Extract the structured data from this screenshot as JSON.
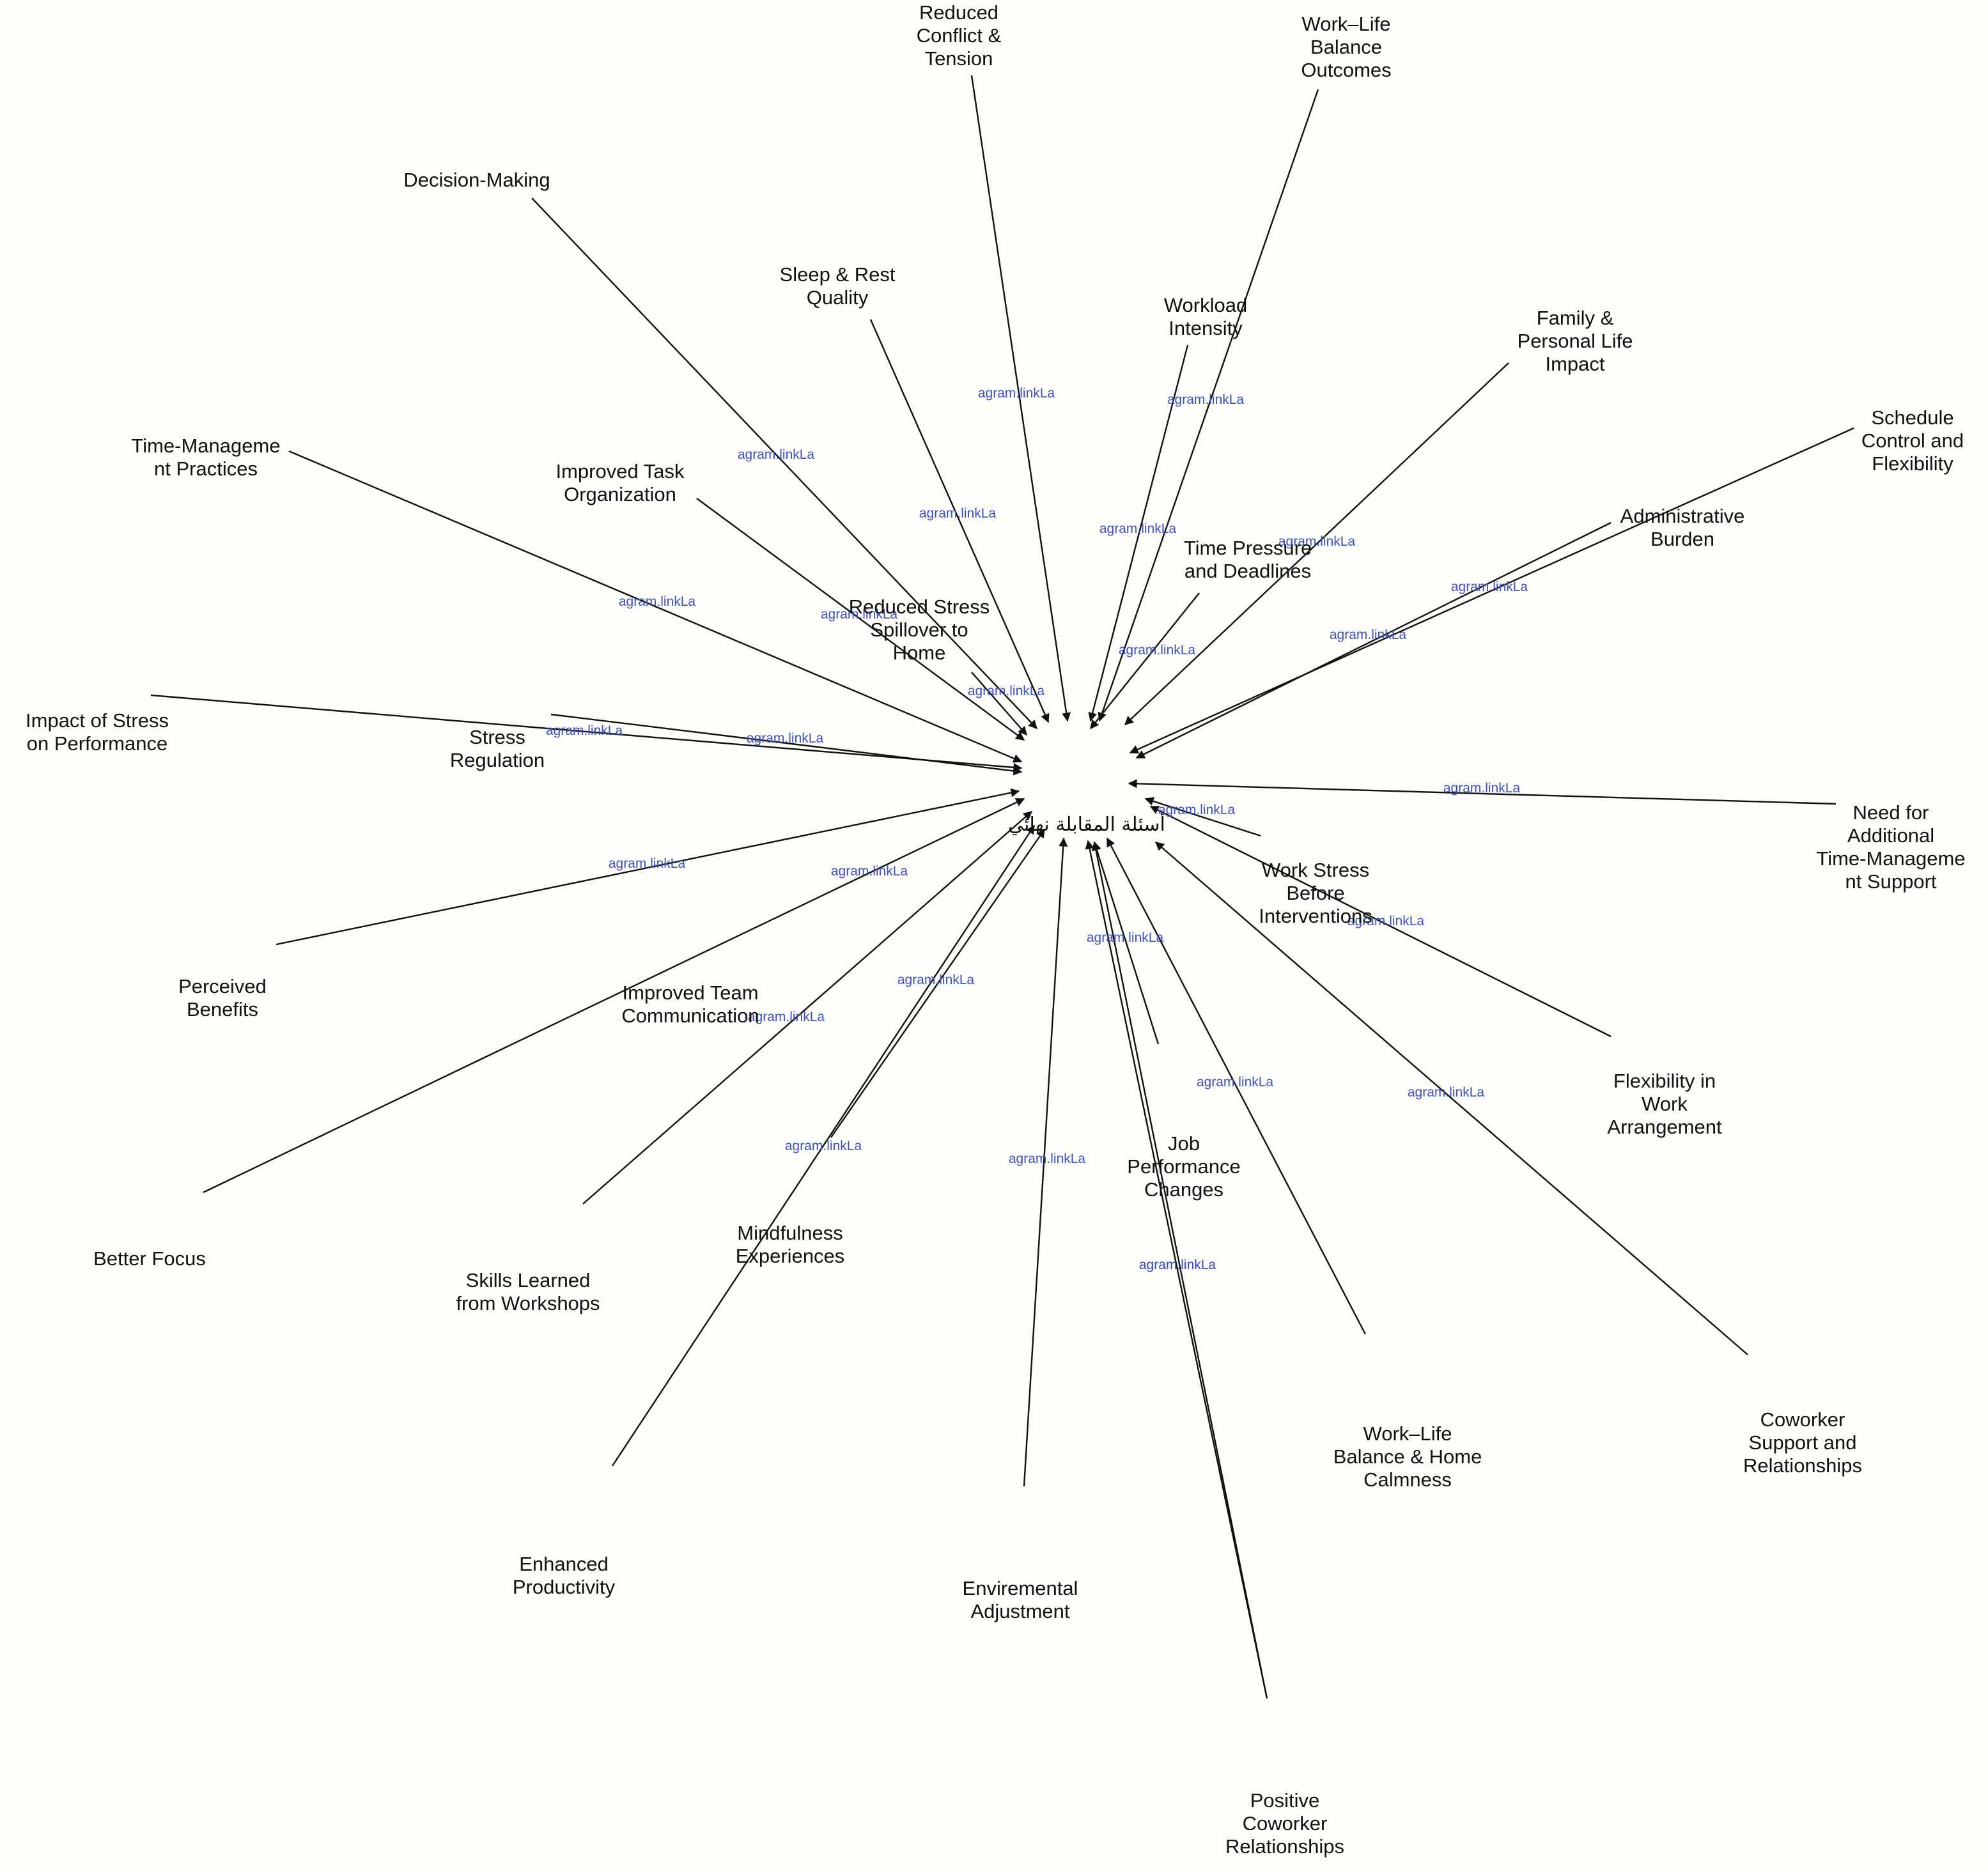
{
  "diagram": {
    "center": {
      "label": "أسئلة المقابلة نهائي"
    },
    "edge_label": "agram.linkLa",
    "line_color": "#111111",
    "edge_label_color": "#3d4fc4",
    "background": "#fdfdfa",
    "nodes": [
      {
        "id": "reduced-conflict",
        "lines": [
          "Reduced",
          "Conflict &",
          "Tension"
        ]
      },
      {
        "id": "work-life-balance-outcomes",
        "lines": [
          "Work–Life",
          "Balance",
          "Outcomes"
        ]
      },
      {
        "id": "decision-making",
        "lines": [
          "Decision-Making"
        ]
      },
      {
        "id": "sleep-rest",
        "lines": [
          "Sleep & Rest",
          "Quality"
        ]
      },
      {
        "id": "workload-intensity",
        "lines": [
          "Workload",
          "Intensity"
        ]
      },
      {
        "id": "family-personal-life",
        "lines": [
          "Family &",
          "Personal Life",
          "Impact"
        ]
      },
      {
        "id": "schedule-control",
        "lines": [
          "Schedule",
          "Control and",
          "Flexibility"
        ]
      },
      {
        "id": "time-management-practices",
        "lines": [
          "Time-Manageme",
          "nt Practices"
        ]
      },
      {
        "id": "improved-task-organization",
        "lines": [
          "Improved Task",
          "Organization"
        ]
      },
      {
        "id": "administrative-burden",
        "lines": [
          "Administrative",
          "Burden"
        ]
      },
      {
        "id": "time-pressure",
        "lines": [
          "Time Pressure",
          "and Deadlines"
        ]
      },
      {
        "id": "reduced-stress-spillover",
        "lines": [
          "Reduced Stress",
          "Spillover to",
          "Home"
        ]
      },
      {
        "id": "impact-of-stress",
        "lines": [
          "Impact of Stress",
          "on Performance"
        ]
      },
      {
        "id": "stress-regulation",
        "lines": [
          "Stress",
          "Regulation"
        ]
      },
      {
        "id": "need-additional-time-management",
        "lines": [
          "Need for",
          "Additional",
          "Time-Manageme",
          "nt Support"
        ]
      },
      {
        "id": "work-stress-before",
        "lines": [
          "Work Stress",
          "Before",
          "Interventions"
        ]
      },
      {
        "id": "perceived-benefits",
        "lines": [
          "Perceived",
          "Benefits"
        ]
      },
      {
        "id": "improved-team-communication",
        "lines": [
          "Improved Team",
          "Communication"
        ]
      },
      {
        "id": "flexibility-work-arrangement",
        "lines": [
          "Flexibility in",
          "Work",
          "Arrangement"
        ]
      },
      {
        "id": "better-focus",
        "lines": [
          "Better Focus"
        ]
      },
      {
        "id": "job-performance-changes",
        "lines": [
          "Job",
          "Performance",
          "Changes"
        ]
      },
      {
        "id": "mindfulness-experiences",
        "lines": [
          "Mindfulness",
          "Experiences"
        ]
      },
      {
        "id": "skills-learned",
        "lines": [
          "Skills Learned",
          "from Workshops"
        ]
      },
      {
        "id": "work-life-balance-home",
        "lines": [
          "Work–Life",
          "Balance & Home",
          "Calmness"
        ]
      },
      {
        "id": "coworker-support",
        "lines": [
          "Coworker",
          "Support and",
          "Relationships"
        ]
      },
      {
        "id": "enhanced-productivity",
        "lines": [
          "Enhanced",
          "Productivity"
        ]
      },
      {
        "id": "enviremental-adjustment",
        "lines": [
          "Enviremental",
          "Adjustment"
        ]
      },
      {
        "id": "positive-coworker",
        "lines": [
          "Positive",
          "Coworker",
          "Relationships"
        ]
      }
    ]
  }
}
